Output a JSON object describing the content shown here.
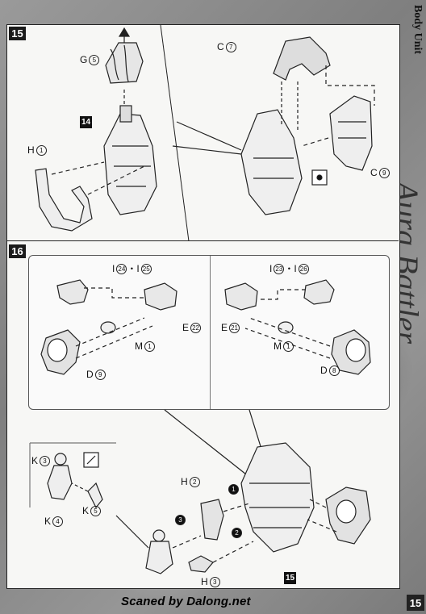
{
  "header": {
    "section_title": "Body Unit"
  },
  "side": {
    "series_title": "Aura Battler"
  },
  "step15": {
    "number": "15",
    "labels": {
      "G": "G",
      "G_num": "5",
      "H": "H",
      "H_num": "1",
      "C7": "C",
      "C7_num": "7",
      "C9": "C",
      "C9_num": "9",
      "ref_step": "14"
    }
  },
  "step16": {
    "number": "16",
    "left_group": {
      "I": "I",
      "I_a": "24",
      "I_sep": "・",
      "I_b": "25",
      "E": "E",
      "E_num": "22",
      "M": "M",
      "M_num": "1",
      "D": "D",
      "D_num": "9"
    },
    "right_group": {
      "I": "I",
      "I_a": "23",
      "I_sep": "・",
      "I_b": "26",
      "E": "E",
      "E_num": "21",
      "M": "M",
      "M_num": "1",
      "D": "D",
      "D_num": "8"
    },
    "pilot": {
      "K3": "K",
      "K3_num": "3",
      "K4": "K",
      "K4_num": "4",
      "K5": "K",
      "K5_num": "5"
    },
    "lower": {
      "H2": "H",
      "H2_num": "2",
      "H3": "H",
      "H3_num": "3",
      "ref_step": "15",
      "order1": "1",
      "order2": "2",
      "order3": "3"
    }
  },
  "footer": {
    "credit": "Scaned by Dalong.net",
    "page_number": "15"
  }
}
